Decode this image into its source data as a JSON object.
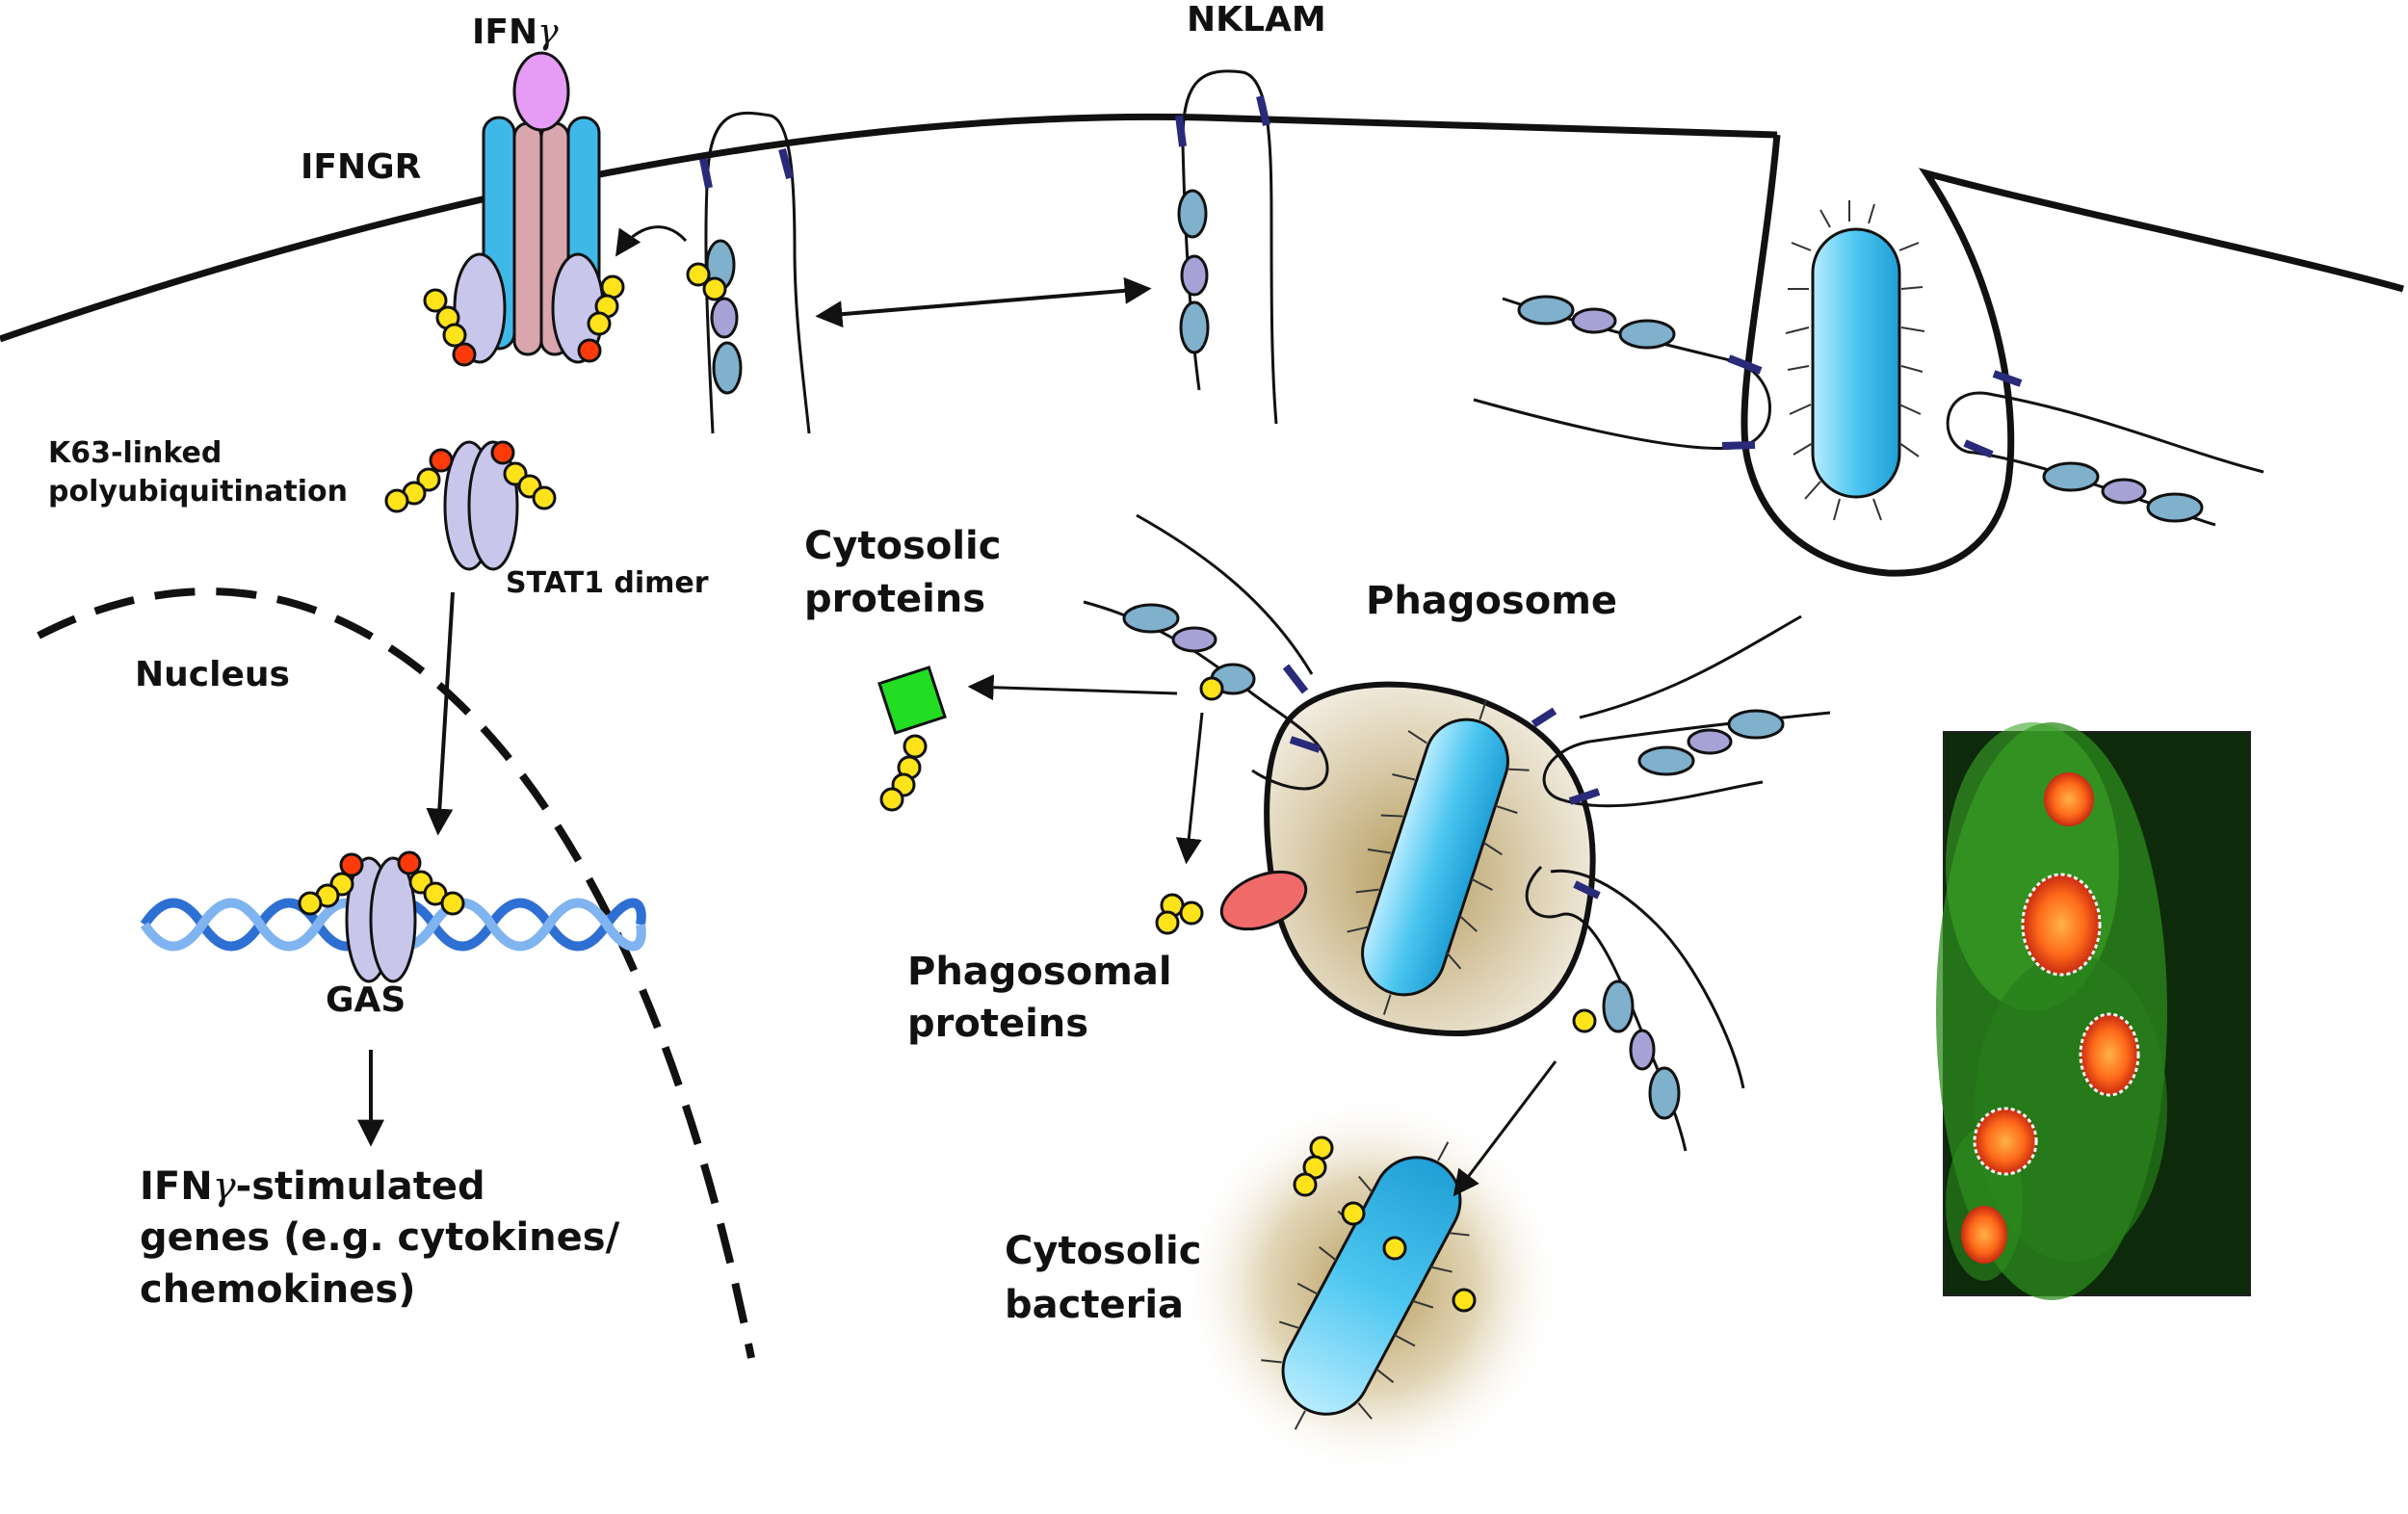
{
  "labels": {
    "ifn": "IFN",
    "gamma": "γ",
    "ifngr": "IFNGR",
    "nklam": "NKLAM",
    "k63_line1": "K63-linked",
    "k63_line2": "polyubiquitination",
    "stat1": "STAT1 dimer",
    "nucleus": "Nucleus",
    "gas": "GAS",
    "isg_line1_pre": "IFN",
    "isg_line1_post": "-stimulated",
    "isg_line2": "genes (e.g. cytokines/",
    "isg_line3": "chemokines)",
    "cytosolic_proteins_1": "Cytosolic",
    "cytosolic_proteins_2": "proteins",
    "phagosome": "Phagosome",
    "phagosomal_proteins_1": "Phagosomal",
    "phagosomal_proteins_2": "proteins",
    "cytosolic_bacteria_1": "Cytosolic",
    "cytosolic_bacteria_2": "bacteria"
  },
  "colors": {
    "stroke": "#111111",
    "ifn_ligand": "#e69cf5",
    "receptor_blue": "#3fb8e8",
    "receptor_pink": "#d9a6ae",
    "stat": "#c9c6ec",
    "ubiquitin": "#ffe31a",
    "phospho": "#ff3a0a",
    "nklam_domain": "#7fb0cc",
    "nklam_domain_alt": "#a6a2d6",
    "bacterium": "#4cc6f0",
    "dna": "#2e6fd4",
    "cytosolic_protein": "#22dd22",
    "phagosomal_protein": "#f06a6a",
    "phagosome_fill": "#d6c7a3",
    "micrograph_bg": "#0d2a0a",
    "micrograph_green": "#2d8c1e",
    "micrograph_spot": "#ff5a1a"
  }
}
